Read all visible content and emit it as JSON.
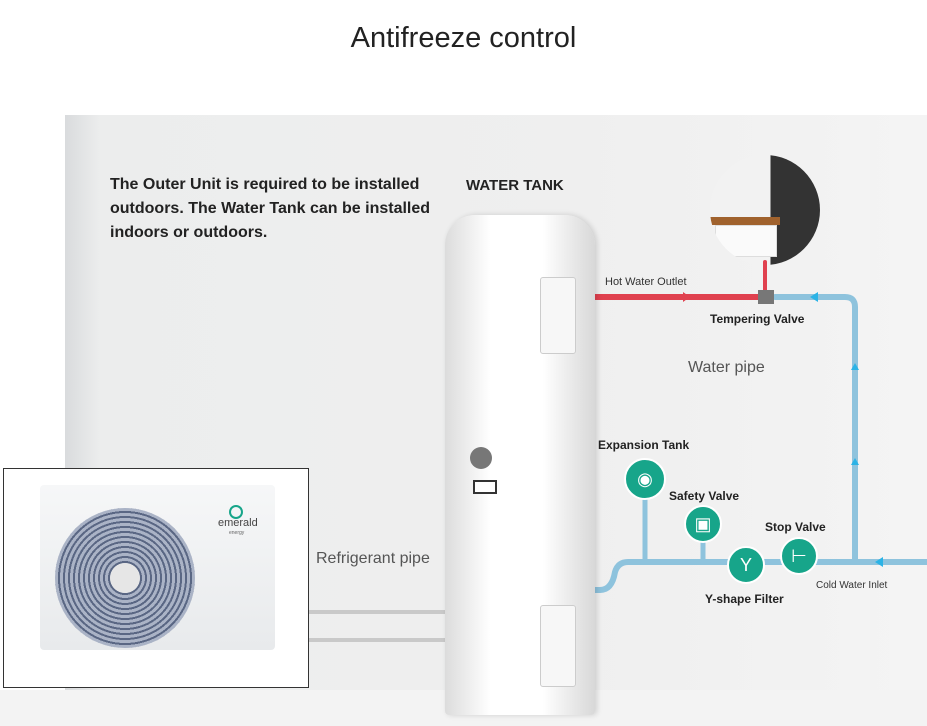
{
  "title": "Antifreeze control",
  "note": "The Outer Unit is required to be installed outdoors. The Water Tank can be installed indoors or outdoors.",
  "water_tank": "WATER TANK",
  "labels": {
    "hot_water_outlet": "Hot Water Outlet",
    "tempering_valve": "Tempering Valve",
    "water_pipe": "Water pipe",
    "expansion_tank": "Expansion Tank",
    "safety_valve": "Safety Valve",
    "stop_valve": "Stop Valve",
    "y_shape_filter": "Y-shape Filter",
    "cold_water_inlet": "Cold Water Inlet",
    "refrigerant_pipe": "Refrigerant pipe"
  },
  "brand": {
    "name": "emerald",
    "sub": "energy"
  },
  "colors": {
    "hot": "#e0414f",
    "cold": "#8ec3dd",
    "icon": "#17a58a"
  }
}
